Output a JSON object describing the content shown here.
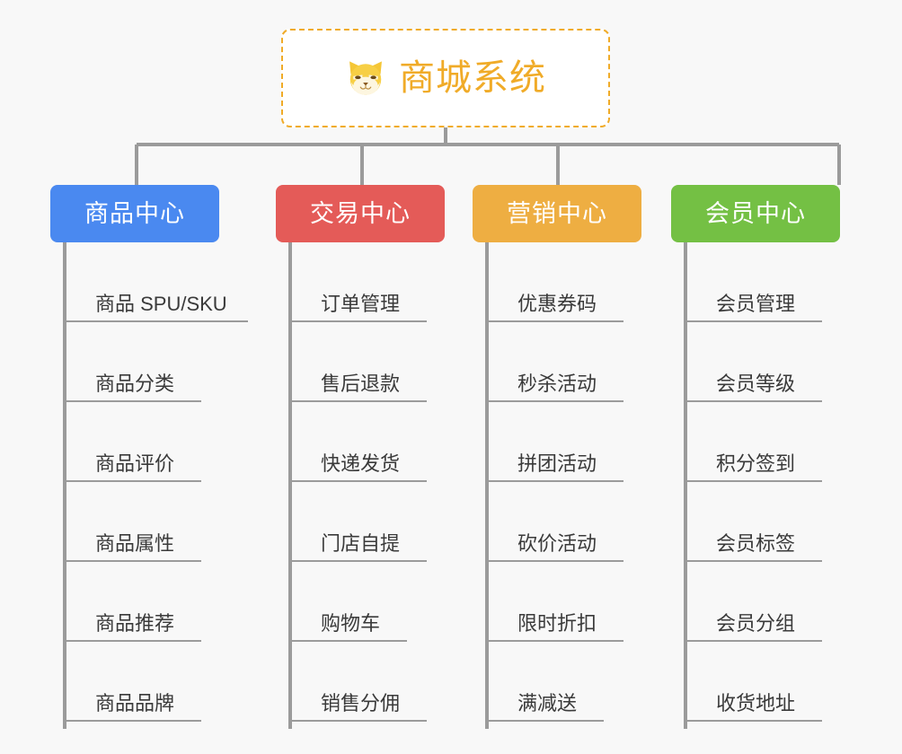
{
  "background_color": "#f8f8f8",
  "root": {
    "title": "商城系统",
    "icon": "dog-face-icon",
    "text_color": "#f0ab28",
    "border_color": "#f0ab28",
    "background": "#ffffff"
  },
  "connector_color": "#9b9b9b",
  "categories": [
    {
      "label": "商品中心",
      "color": "#4a89f0",
      "items": [
        "商品 SPU/SKU",
        "商品分类",
        "商品评价",
        "商品属性",
        "商品推荐",
        "商品品牌"
      ]
    },
    {
      "label": "交易中心",
      "color": "#e45b58",
      "items": [
        "订单管理",
        "售后退款",
        "快递发货",
        "门店自提",
        "购物车",
        "销售分佣"
      ]
    },
    {
      "label": "营销中心",
      "color": "#eeae42",
      "items": [
        "优惠券码",
        "秒杀活动",
        "拼团活动",
        "砍价活动",
        "限时折扣",
        "满减送"
      ]
    },
    {
      "label": "会员中心",
      "color": "#74c044",
      "items": [
        "会员管理",
        "会员等级",
        "积分签到",
        "会员标签",
        "会员分组",
        "收货地址"
      ]
    }
  ]
}
